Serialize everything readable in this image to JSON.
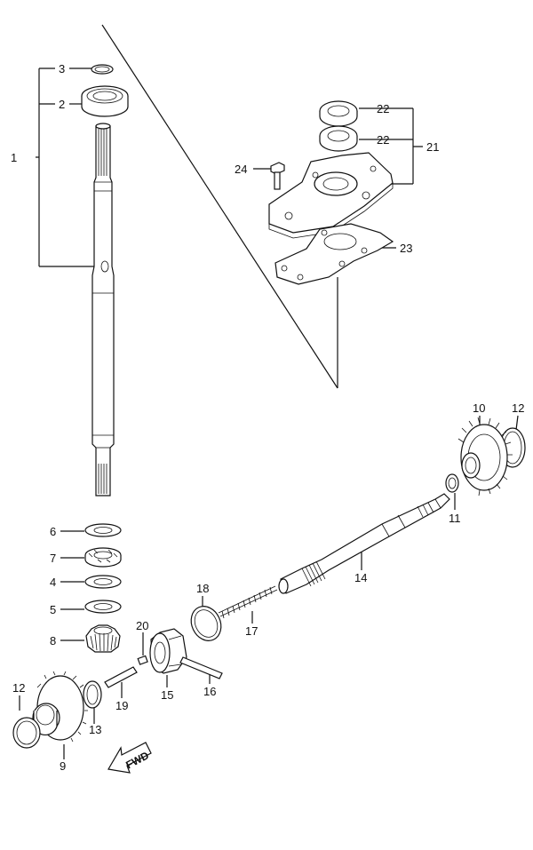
{
  "callouts": [
    {
      "id": "1",
      "text": "1"
    },
    {
      "id": "2",
      "text": "2"
    },
    {
      "id": "3",
      "text": "3"
    },
    {
      "id": "4",
      "text": "4"
    },
    {
      "id": "5",
      "text": "5"
    },
    {
      "id": "6",
      "text": "6"
    },
    {
      "id": "7",
      "text": "7"
    },
    {
      "id": "8",
      "text": "8"
    },
    {
      "id": "9",
      "text": "9"
    },
    {
      "id": "10",
      "text": "10"
    },
    {
      "id": "11",
      "text": "11"
    },
    {
      "id": "12a",
      "text": "12"
    },
    {
      "id": "12b",
      "text": "12"
    },
    {
      "id": "13",
      "text": "13"
    },
    {
      "id": "14",
      "text": "14"
    },
    {
      "id": "15",
      "text": "15"
    },
    {
      "id": "16",
      "text": "16"
    },
    {
      "id": "17",
      "text": "17"
    },
    {
      "id": "18",
      "text": "18"
    },
    {
      "id": "19",
      "text": "19"
    },
    {
      "id": "20",
      "text": "20"
    },
    {
      "id": "21",
      "text": "21"
    },
    {
      "id": "22a",
      "text": "22"
    },
    {
      "id": "22b",
      "text": "22"
    },
    {
      "id": "23",
      "text": "23"
    },
    {
      "id": "24",
      "text": "24"
    }
  ],
  "fwd_arrow": {
    "text": "FWD"
  },
  "icons": {
    "fwd": "fwd-arrow-icon"
  }
}
